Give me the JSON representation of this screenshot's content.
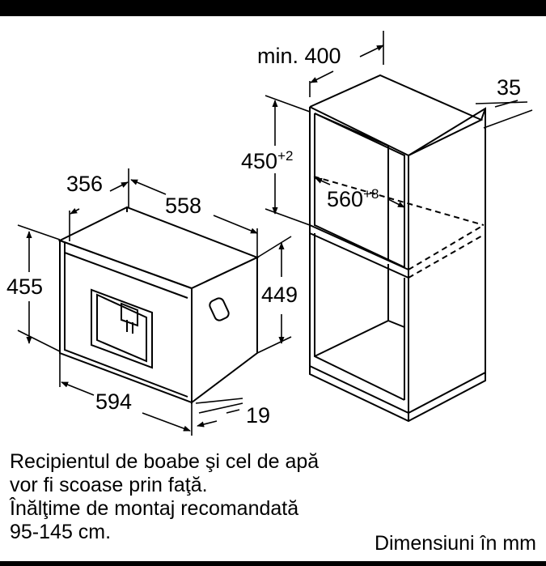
{
  "dimensions": {
    "niche_depth": "min. 400",
    "side_clearance": "35",
    "niche_height": "450",
    "niche_height_tol": "+2",
    "niche_width": "560",
    "niche_width_tol": "+8",
    "depth": "356",
    "body_width": "558",
    "height": "455",
    "body_height": "449",
    "width": "594",
    "front_offset": "19"
  },
  "notes": {
    "line1": "Recipientul de boabe şi cel de apă",
    "line2": "vor fi scoase prin faţă.",
    "line3": "Înălţime de montaj recomandată",
    "line4": "95-145 cm."
  },
  "units_note": "Dimensiuni în mm"
}
